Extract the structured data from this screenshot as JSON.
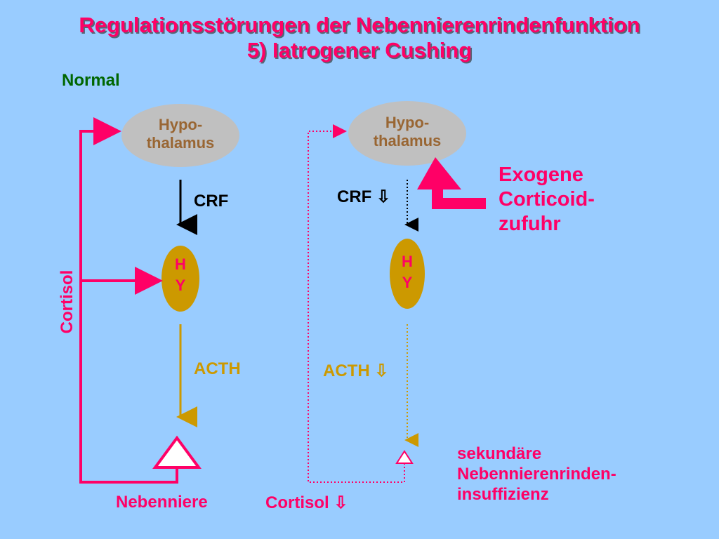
{
  "title": {
    "line1": "Regulationsstörungen der Nebennierenrindenfunktion",
    "line2": "5) Iatrogener Cushing"
  },
  "normal_label": "Normal",
  "left": {
    "hypothalamus": {
      "line1": "Hypo-",
      "line2": "thalamus"
    },
    "crf": "CRF",
    "hy": {
      "line1": "H",
      "line2": "Y"
    },
    "acth": "ACTH",
    "nebenniere": "Nebenniere",
    "cortisol": "Cortisol"
  },
  "right": {
    "hypothalamus": {
      "line1": "Hypo-",
      "line2": "thalamus"
    },
    "crf": "CRF ⇩",
    "hy": {
      "line1": "H",
      "line2": "Y"
    },
    "acth": "ACTH ⇩",
    "cortisol": "Cortisol ⇩"
  },
  "exogen": {
    "line1": "Exogene",
    "line2": "Corticoid-",
    "line3": "zufuhr"
  },
  "sekundaer": {
    "line1": "sekundäre",
    "line2": "Nebennierenrinden-",
    "line3": "insuffizienz"
  },
  "colors": {
    "background": "#99ccff",
    "title": "#ff0066",
    "hypothalamus": "#c0c0c0",
    "hypophyse": "#cc9900",
    "feedback": "#ff0066",
    "acth": "#cc9900"
  }
}
